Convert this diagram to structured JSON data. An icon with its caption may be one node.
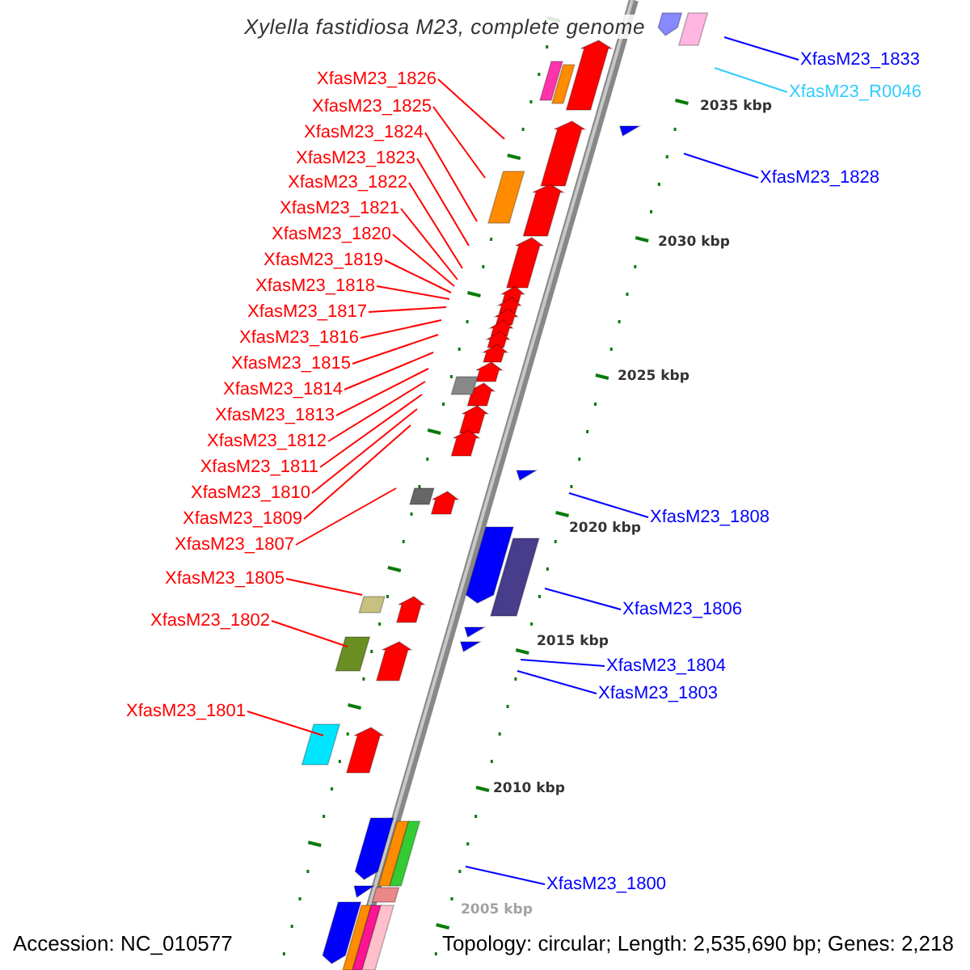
{
  "diagram": {
    "title": "Xylella fastidiosa M23, complete genome",
    "nodes": [
      {
        "text": [
          "XfasM23_1833"
        ]
      },
      {
        "text": [
          "XfasM23_1826"
        ]
      },
      {
        "text": [
          "XfasM23_R0046"
        ]
      },
      {
        "text": [
          "XfasM23_1825"
        ]
      },
      {
        "text": [
          "XfasM23_1824"
        ]
      },
      {
        "text": [
          "XfasM23_1823"
        ]
      },
      {
        "text": [
          "XfasM23_1828"
        ]
      },
      {
        "text": [
          "XfasM23_1822"
        ]
      },
      {
        "text": [
          "XfasM23_1821"
        ]
      },
      {
        "text": [
          "XfasM23_1820"
        ]
      },
      {
        "text": [
          "XfasM23_1819"
        ]
      },
      {
        "text": [
          "XfasM23_1818"
        ]
      },
      {
        "text": [
          "XfasM23_1817"
        ]
      },
      {
        "text": [
          "XfasM23_1816"
        ]
      },
      {
        "text": [
          "XfasM23_1815"
        ]
      },
      {
        "text": [
          "XfasM23_1814"
        ]
      },
      {
        "text": [
          "XfasM23_1813"
        ]
      },
      {
        "text": [
          "XfasM23_1812"
        ]
      },
      {
        "text": [
          "XfasM23_1811"
        ]
      },
      {
        "text": [
          "XfasM23_1810"
        ]
      },
      {
        "text": [
          "XfasM23_1809"
        ]
      },
      {
        "text": [
          "XfasM23_1808"
        ]
      },
      {
        "text": [
          "XfasM23_1807"
        ]
      },
      {
        "text": [
          "XfasM23_1805"
        ]
      },
      {
        "text": [
          "XfasM23_1806"
        ]
      },
      {
        "text": [
          "XfasM23_1802"
        ]
      },
      {
        "text": [
          "XfasM23_1804"
        ]
      },
      {
        "text": [
          "XfasM23_1803"
        ]
      },
      {
        "text": [
          "XfasM23_1801"
        ]
      },
      {
        "text": [
          "XfasM23_1800"
        ]
      }
    ],
    "edges": [
      {
        "from": 0,
        "to": null,
        "arrow": "none",
        "color": "#0000ff"
      },
      {
        "from": 1,
        "to": null,
        "arrow": "none"
      },
      {
        "from": 2,
        "to": null,
        "arrow": "none",
        "color": "#33ccff"
      },
      {
        "from": 3,
        "to": null,
        "arrow": "none"
      },
      {
        "from": 4,
        "to": null,
        "arrow": "none"
      },
      {
        "from": 5,
        "to": null,
        "arrow": "none"
      },
      {
        "from": 6,
        "to": null,
        "arrow": "none",
        "color": "#0000ff"
      },
      {
        "from": 7,
        "to": null,
        "arrow": "none"
      },
      {
        "from": 8,
        "to": null,
        "arrow": "none"
      },
      {
        "from": 9,
        "to": null,
        "arrow": "none"
      },
      {
        "from": 10,
        "to": null,
        "arrow": "none"
      },
      {
        "from": 11,
        "to": null,
        "arrow": "none"
      },
      {
        "from": 12,
        "to": null,
        "arrow": "none"
      },
      {
        "from": 13,
        "to": null,
        "arrow": "none"
      },
      {
        "from": 14,
        "to": null,
        "arrow": "none"
      },
      {
        "from": 15,
        "to": null,
        "arrow": "none"
      },
      {
        "from": 16,
        "to": null,
        "arrow": "none"
      },
      {
        "from": 17,
        "to": null,
        "arrow": "none"
      },
      {
        "from": 18,
        "to": null,
        "arrow": "none"
      },
      {
        "from": 19,
        "to": null,
        "arrow": "none"
      },
      {
        "from": 20,
        "to": null,
        "arrow": "none"
      },
      {
        "from": 21,
        "to": null,
        "arrow": "none",
        "color": "#0000ff"
      },
      {
        "from": 22,
        "to": null,
        "arrow": "none"
      },
      {
        "from": 23,
        "to": null,
        "arrow": "none"
      },
      {
        "from": 24,
        "to": null,
        "arrow": "none",
        "color": "#0000ff"
      },
      {
        "from": 25,
        "to": null,
        "arrow": "none"
      },
      {
        "from": 26,
        "to": null,
        "arrow": "none",
        "color": "#0000ff"
      },
      {
        "from": 27,
        "to": null,
        "arrow": "none",
        "color": "#0000ff"
      },
      {
        "from": 28,
        "to": null,
        "arrow": "none"
      },
      {
        "from": 29,
        "to": null,
        "arrow": "none",
        "color": "#0000ff"
      }
    ],
    "labels": [
      "2035 kbp",
      "2030 kbp",
      "2025 kbp",
      "2020 kbp",
      "2015 kbp",
      "2010 kbp",
      "2005 kbp",
      "Accession: NC_010577",
      "Topology: circular; Length: 2,535,690 bp; Genes: 2,218"
    ]
  }
}
